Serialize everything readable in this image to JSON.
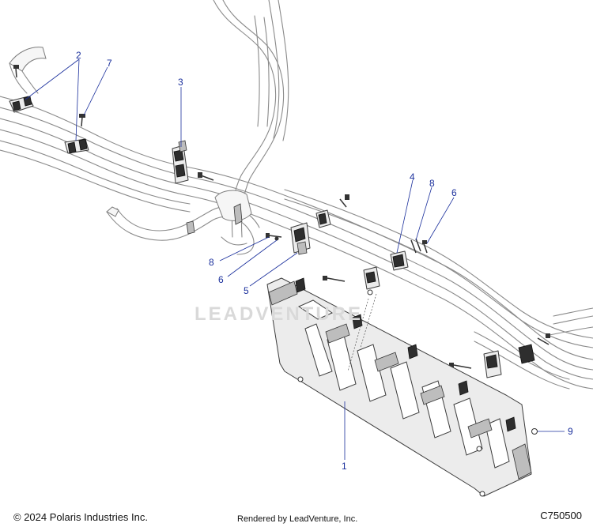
{
  "callouts": {
    "c2": "2",
    "c7": "7",
    "c3": "3",
    "c4": "4",
    "c8a": "8",
    "c6a": "6",
    "c8b": "8",
    "c6b": "6",
    "c5": "5",
    "c1": "1",
    "c9": "9"
  },
  "watermark": "LEADVENTURE",
  "footer": {
    "copyright": "© 2024 Polaris Industries Inc.",
    "rendered_by": "Rendered by LeadVenture, Inc.",
    "diagram_id": "C750500"
  },
  "colors": {
    "callout": "#1a2f9c",
    "line": "#3d3d3d",
    "watermark": "#d9d9d9"
  }
}
